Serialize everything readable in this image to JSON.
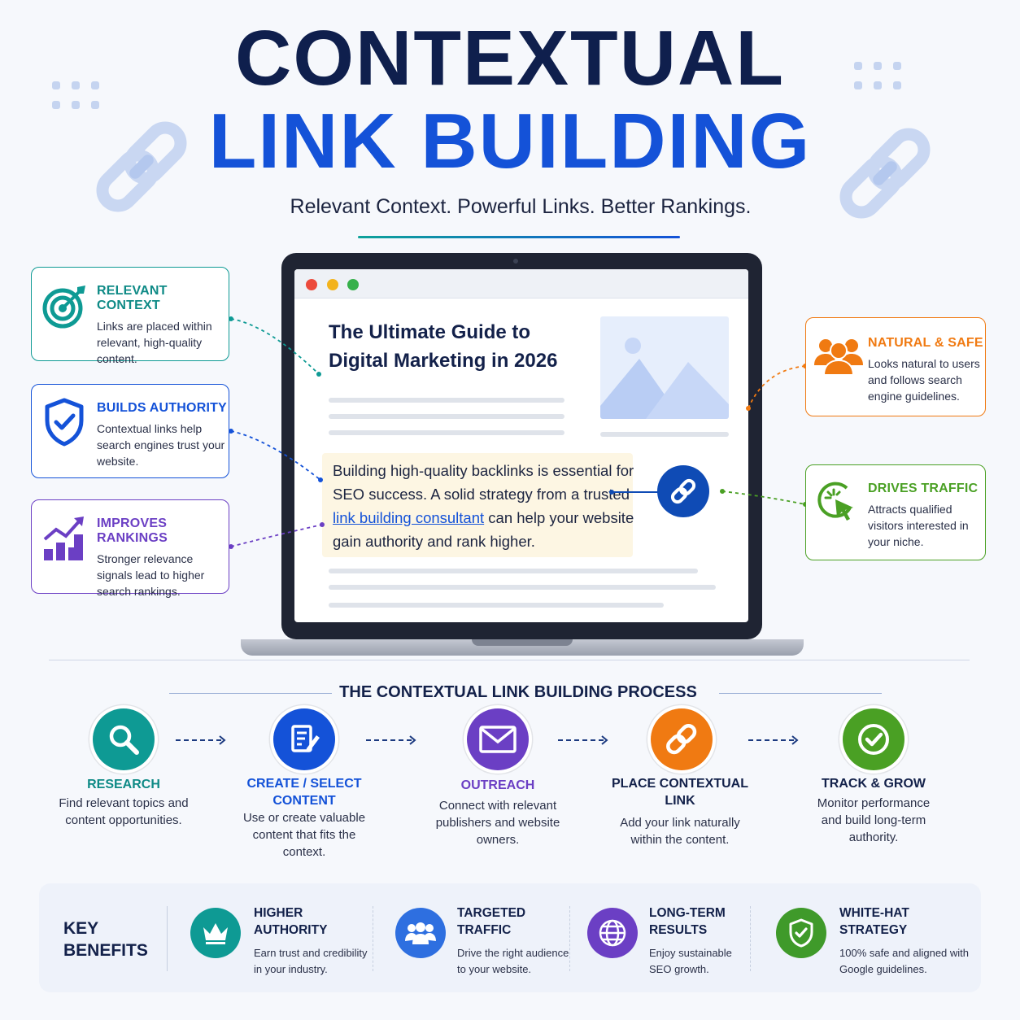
{
  "header": {
    "title_line1": "CONTEXTUAL",
    "title_line2": "LINK BUILDING",
    "subtitle": "Relevant Context. Powerful Links. Better Rankings."
  },
  "article": {
    "title": "The Ultimate Guide to Digital Marketing in 2026",
    "text_before_link": "Building high-quality backlinks is essential for SEO success. A solid strategy from a trusted ",
    "link_text": "link building consultant",
    "text_after_link": " can help your website gain authority and rank higher."
  },
  "left_cards": [
    {
      "title": "RELEVANT CONTEXT",
      "desc": "Links are placed within relevant, high-quality content.",
      "icon": "target-icon",
      "color": "#0e9a94"
    },
    {
      "title": "BUILDS AUTHORITY",
      "desc": "Contextual links help search engines trust your website.",
      "icon": "shield-check-icon",
      "color": "#1452d8"
    },
    {
      "title": "IMPROVES RANKINGS",
      "desc": "Stronger relevance signals lead to higher search rankings.",
      "icon": "growth-chart-icon",
      "color": "#6b3fc4"
    }
  ],
  "right_cards": [
    {
      "title": "NATURAL & SAFE",
      "desc": "Looks natural to users and follows search engine guidelines.",
      "icon": "users-icon",
      "color": "#f07a12"
    },
    {
      "title": "DRIVES TRAFFIC",
      "desc": "Attracts qualified visitors interested in your niche.",
      "icon": "cursor-click-icon",
      "color": "#4aa024"
    }
  ],
  "process": {
    "title": "THE CONTEXTUAL LINK BUILDING PROCESS",
    "steps": [
      {
        "title": "RESEARCH",
        "desc": "Find relevant topics and content opportunities.",
        "icon": "magnifier-icon",
        "color": "#0e9a94",
        "title_color": "#0e8a86"
      },
      {
        "title": "CREATE / SELECT CONTENT",
        "desc": "Use or create valuable content that fits the context.",
        "icon": "document-pen-icon",
        "color": "#1452d8",
        "title_color": "#1452d8"
      },
      {
        "title": "OUTREACH",
        "desc": "Connect with relevant publishers and website owners.",
        "icon": "envelope-icon",
        "color": "#6b3fc4",
        "title_color": "#6b3fc4"
      },
      {
        "title": "PLACE CONTEXTUAL LINK",
        "desc": "Add your link naturally within the content.",
        "icon": "chain-link-icon",
        "color": "#f07a12",
        "title_color": "#13214a"
      },
      {
        "title": "TRACK & GROW",
        "desc": "Monitor performance and build long-term authority.",
        "icon": "check-circle-icon",
        "color": "#4aa024",
        "title_color": "#13214a"
      }
    ]
  },
  "benefits": {
    "label": "KEY BENEFITS",
    "items": [
      {
        "title": "HIGHER AUTHORITY",
        "desc": "Earn trust and credibility in your industry.",
        "icon": "crown-icon",
        "color": "#0e9a94"
      },
      {
        "title": "TARGETED TRAFFIC",
        "desc": "Drive the right audience to your website.",
        "icon": "users-icon",
        "color": "#2e6fe0"
      },
      {
        "title": "LONG-TERM RESULTS",
        "desc": "Enjoy sustainable SEO growth.",
        "icon": "globe-icon",
        "color": "#6b3fc4"
      },
      {
        "title": "WHITE-HAT STRATEGY",
        "desc": "100% safe and aligned with Google guidelines.",
        "icon": "shield-check-icon",
        "color": "#3f9a2a"
      }
    ]
  }
}
